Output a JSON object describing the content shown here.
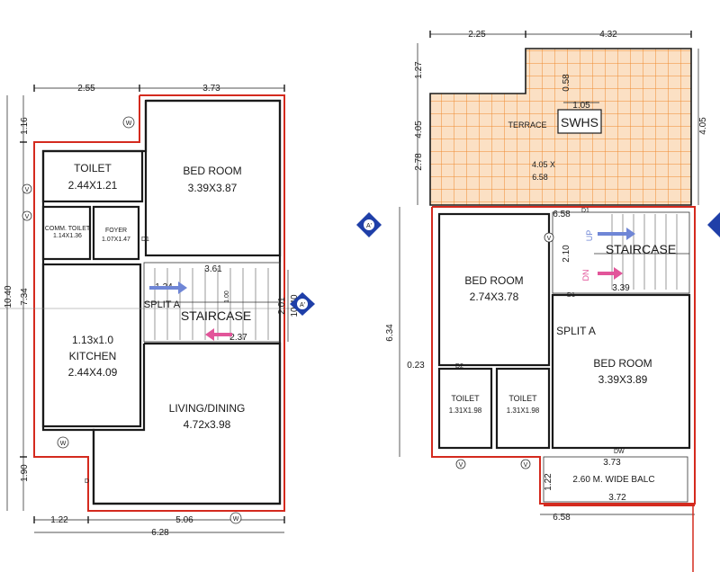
{
  "left_plan": {
    "dims_top": [
      "2.55",
      "3.73"
    ],
    "dims_bottom": [
      "1.22",
      "5.06",
      "6.28"
    ],
    "dims_left": [
      "1.16",
      "7.34",
      "10.40",
      "1.90"
    ],
    "dims_right": [
      "2.01",
      "10.40"
    ],
    "toilet": {
      "name": "TOILET",
      "size": "2.44X1.21"
    },
    "bedroom": {
      "name": "BED ROOM",
      "size": "3.39X3.87"
    },
    "comm_toilet": {
      "name": "COMM. TOILET",
      "size": "1.14X1.36"
    },
    "foyer": {
      "name": "FOYER",
      "size": "1.07X1.47"
    },
    "kitchen": {
      "line1": "1.13x1.0",
      "name": "KITCHEN",
      "size": "2.44X4.09"
    },
    "living": {
      "name": "LIVING/DINING",
      "size": "4.72x3.98"
    },
    "stair_label": "STAIRCASE",
    "split_label": "SPLIT A",
    "stair_dims": [
      "3.61",
      "1.24",
      "1.00",
      "2.37"
    ],
    "door_d1": "D1",
    "door_d": "D",
    "w_marks": [
      "W",
      "W",
      "W"
    ],
    "v_marks": [
      "V",
      "V"
    ],
    "section_mark": "A'"
  },
  "right_plan": {
    "dims_top": [
      "2.25",
      "4.32"
    ],
    "dims_left": [
      "1.27",
      "4.05",
      "2.78",
      "6.34",
      "0.23",
      "1.22"
    ],
    "dims_right": [
      "4.05"
    ],
    "terrace": {
      "name": "TERRACE",
      "size1": "4.05 X",
      "size2": "6.58"
    },
    "swhs": {
      "name": "SWHS",
      "d1": "0.58",
      "d2": "1.05"
    },
    "bedroom1": {
      "name": "BED ROOM",
      "size": "2.74X3.78"
    },
    "bedroom2": {
      "name": "BED ROOM",
      "size": "3.39X3.89"
    },
    "toilet1": {
      "name": "TOILET",
      "size": "1.31X1.98"
    },
    "toilet2": {
      "name": "TOILET",
      "size": "1.31X1.98"
    },
    "stair_label": "STAIRCASE",
    "split_label": "SPLIT A",
    "stair_dims": [
      "6.58",
      "2.10",
      "3.39"
    ],
    "up": "UP",
    "dn": "DN",
    "doors": [
      "D1",
      "D1",
      "D2",
      "DW"
    ],
    "balcony": {
      "name": "2.60 M. WIDE BALC",
      "d1": "3.73",
      "d2": "3.72"
    },
    "dims_bottom": [
      "6.58"
    ],
    "v_marks": [
      "V",
      "V",
      "V"
    ],
    "section_mark": "A'"
  },
  "colors": {
    "wall": "#1a1a1a",
    "red_outline": "#d42a1e",
    "terrace_fill": "#fbe0c4",
    "terrace_grid": "#ef8a2e",
    "arrow_blue": "#6f86d6",
    "arrow_pink": "#e2559a",
    "marker_blue": "#1f3fa8"
  }
}
